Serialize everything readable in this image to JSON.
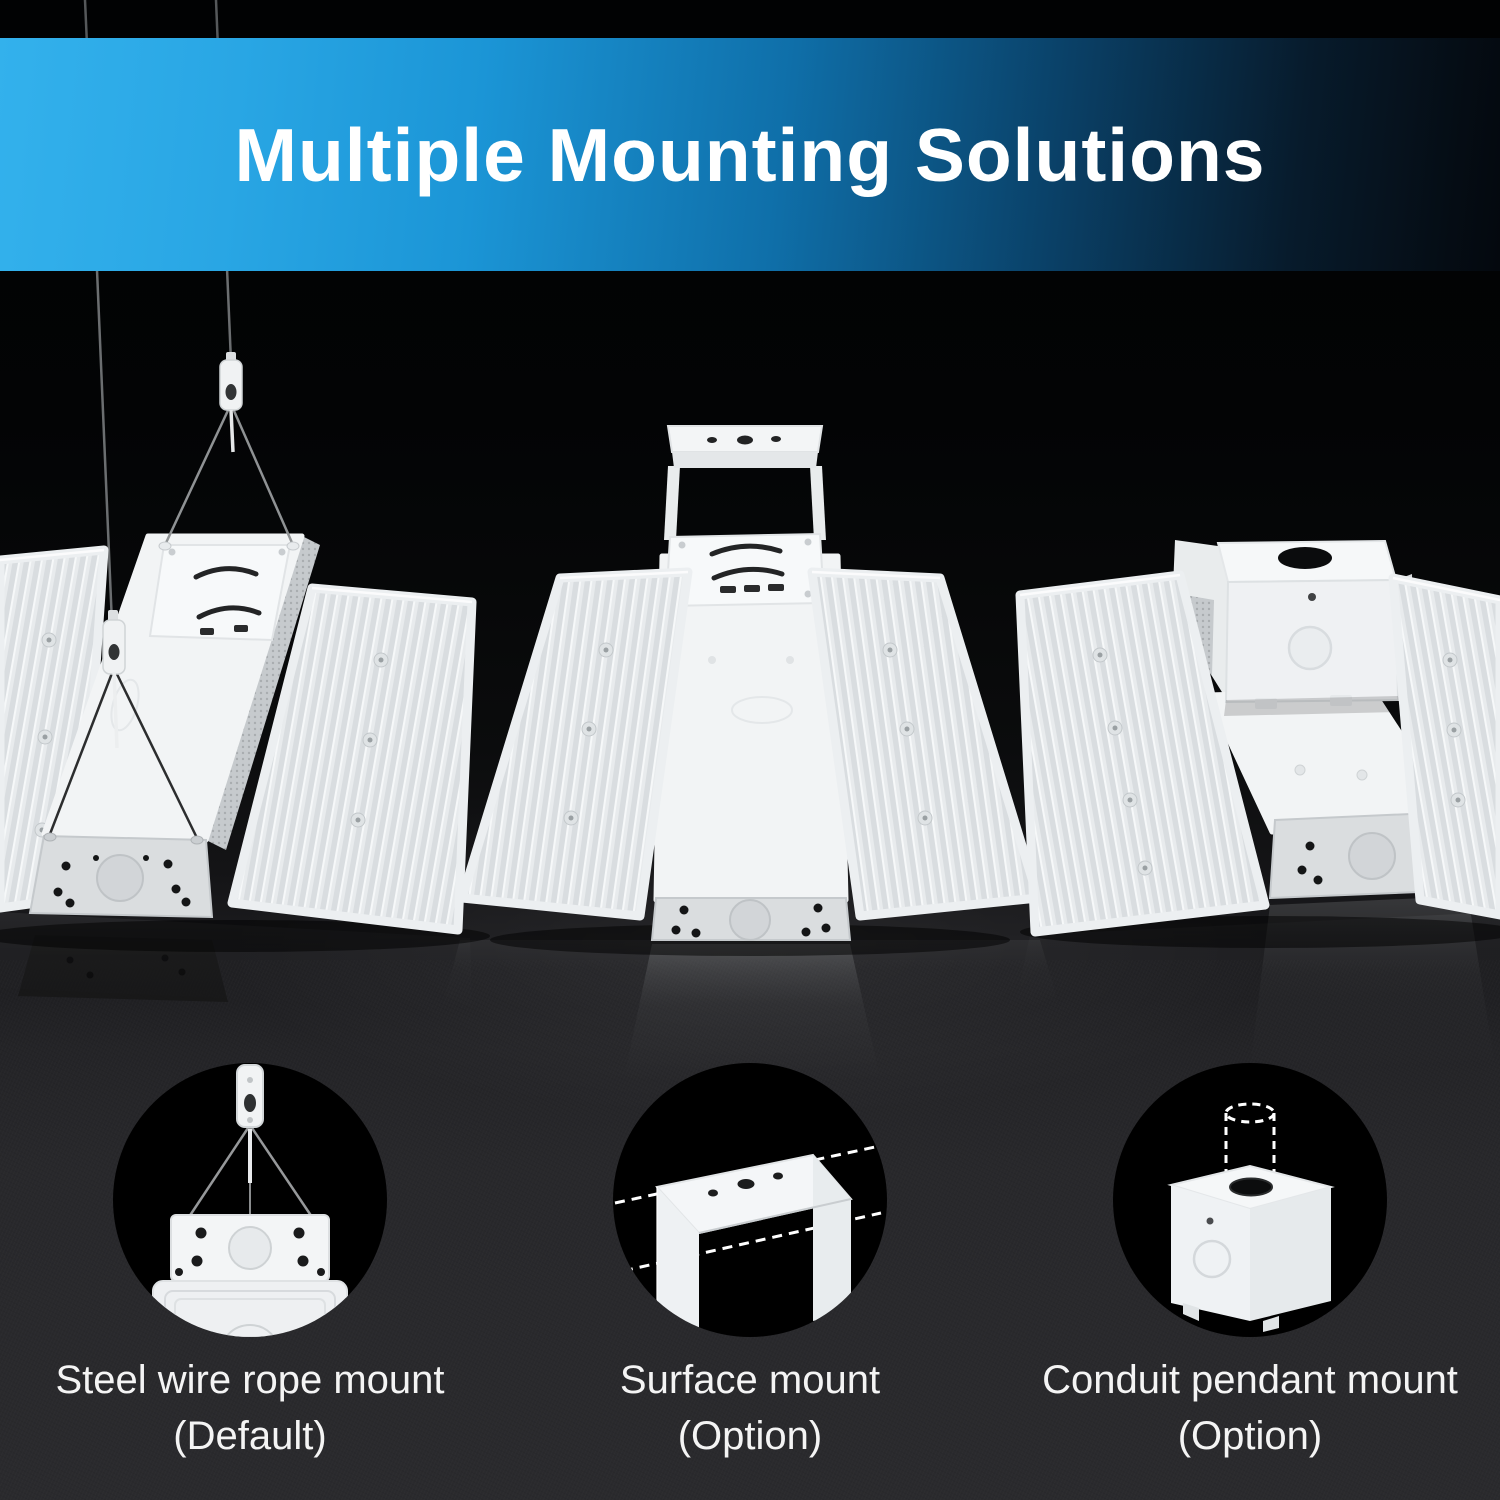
{
  "banner": {
    "title": "Multiple Mounting Solutions",
    "text_color": "#ffffff",
    "gradient_left": "#33b1ec",
    "gradient_right": "#04080e"
  },
  "mount_options": [
    {
      "name": "Steel wire rope mount",
      "availability": "(Default)",
      "icon": "steel-wire-rope-mount-icon"
    },
    {
      "name": "Surface mount",
      "availability": "(Option)",
      "icon": "surface-mount-icon"
    },
    {
      "name": "Conduit pendant mount",
      "availability": "(Option)",
      "icon": "conduit-pendant-mount-icon"
    }
  ],
  "colors": {
    "background_top": "#020304",
    "background_bottom": "#2a2a2d",
    "fixture_body": "#eef0f2",
    "fixture_fin_shadow": "#d9dde0",
    "junction_face": "#dadddf",
    "label_text": "#f4f4f4",
    "circle_background": "#000000",
    "wire": "#8f9294"
  }
}
